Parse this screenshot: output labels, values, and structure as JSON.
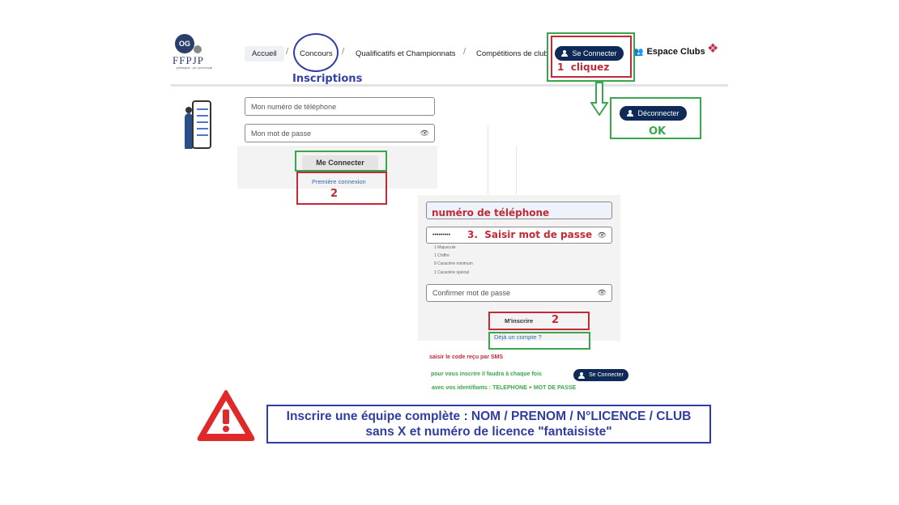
{
  "nav": {
    "logo_initials": "OG",
    "logo_text": "FFPJP",
    "logo_tagline": "pétanque · jeu provençal",
    "accueil": "Accueil",
    "concours": "Concours",
    "qualificatifs": "Qualificatifs et Championnats",
    "competitions": "Compétitions de club",
    "se_connecter": "Se Connecter",
    "espace_clubs": "Espace Clubs",
    "separator": "/"
  },
  "annotations": {
    "inscriptions": "Inscriptions",
    "step1": "1  cliquez",
    "deconnecter": "Déconnecter",
    "ok": "OK",
    "step2_login": "2",
    "step2_register": "2",
    "phone_highlight": "numéro de téléphone",
    "step3": "3.  Saisir mot de passe",
    "sms_note": "saisir le code reçu par SMS",
    "each_time_note": "pour vous inscrire il faudra à chaque fois",
    "identifiers_note": "avec vos identifiants : TELEPHONE + MOT DE PASSE"
  },
  "login_form": {
    "phone_placeholder": "Mon numéro de téléphone",
    "password_placeholder": "Mon mot de passe",
    "submit": "Me Connecter",
    "first_login": "Première connexion"
  },
  "register_form": {
    "password_mask": "•••••••••",
    "requirements": [
      "1 Majuscule",
      "1 Chiffre",
      "8 Caractère minimum",
      "1 Caractère spécial"
    ],
    "confirm_placeholder": "Confirmer mot de passe",
    "submit": "M'inscrire",
    "have_account": "Déjà un compte ?"
  },
  "warning": {
    "line1": "Inscrire une équipe complète : NOM / PRENOM / N°LICENCE / CLUB",
    "line2": "sans X et numéro de licence \"fantaisiste\""
  },
  "colors": {
    "annotation_red": "#c22a36",
    "annotation_green": "#3aa64b",
    "annotation_blue": "#2f3ea0",
    "button_dark": "#0f2a57"
  }
}
